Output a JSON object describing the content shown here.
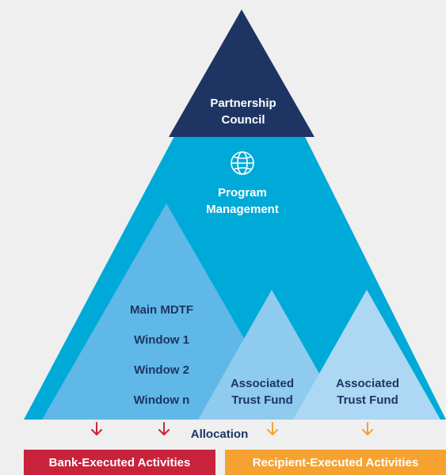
{
  "council": {
    "line1": "Partnership",
    "line2": "Council"
  },
  "program": {
    "icon": "globe-icon",
    "line1": "Program",
    "line2": "Management"
  },
  "main_mdtf": {
    "title": "Main MDTF",
    "windows": [
      "Window 1",
      "Window 2",
      "Window n"
    ]
  },
  "associated_funds": [
    {
      "line1": "Associated",
      "line2": "Trust Fund"
    },
    {
      "line1": "Associated",
      "line2": "Trust Fund"
    }
  ],
  "allocation_label": "Allocation",
  "bottom": {
    "bank": "Bank-Executed Activities",
    "recipient": "Recipient-Executed Activities"
  },
  "colors": {
    "background": "#efefef",
    "navy": "#1e3564",
    "blue": "#00aad8",
    "mid_blue": "#5fb8e7",
    "light_blue": "#8ecbef",
    "pale_blue": "#acd8f3",
    "red": "#c8233a",
    "orange": "#f6a231"
  }
}
